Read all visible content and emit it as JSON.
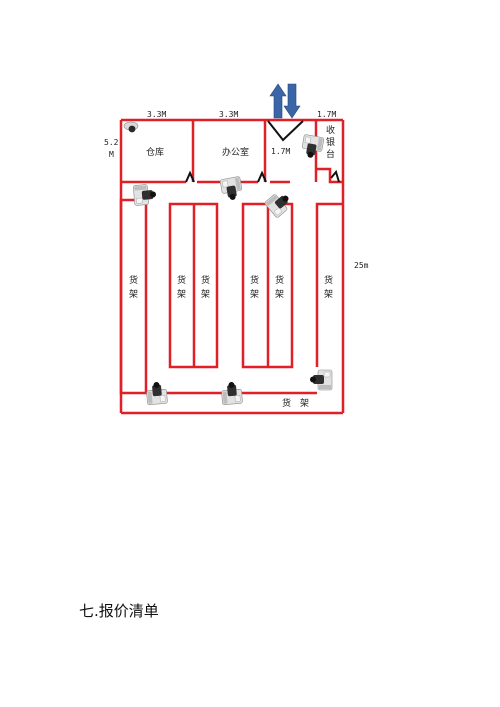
{
  "plan": {
    "dimensions": {
      "d1": "3.3M",
      "d2": "3.3M",
      "d3": "1.7M",
      "d4": "5.2",
      "d4b": "M",
      "d5": "1.7M",
      "d6": "25m"
    },
    "rooms": {
      "warehouse": "仓库",
      "office": "办公室",
      "cashier_1": "收",
      "cashier_2": "银",
      "cashier_3": "台"
    },
    "shelf_char_1": "货",
    "shelf_char_2": "架",
    "bottom_shelf": "货　架"
  },
  "section": {
    "title": "七.报价清单"
  },
  "colors": {
    "wall": "#e01f26",
    "arrow": "#3a66a8",
    "camera_body": "#dcdcdc",
    "camera_dark": "#333333"
  }
}
